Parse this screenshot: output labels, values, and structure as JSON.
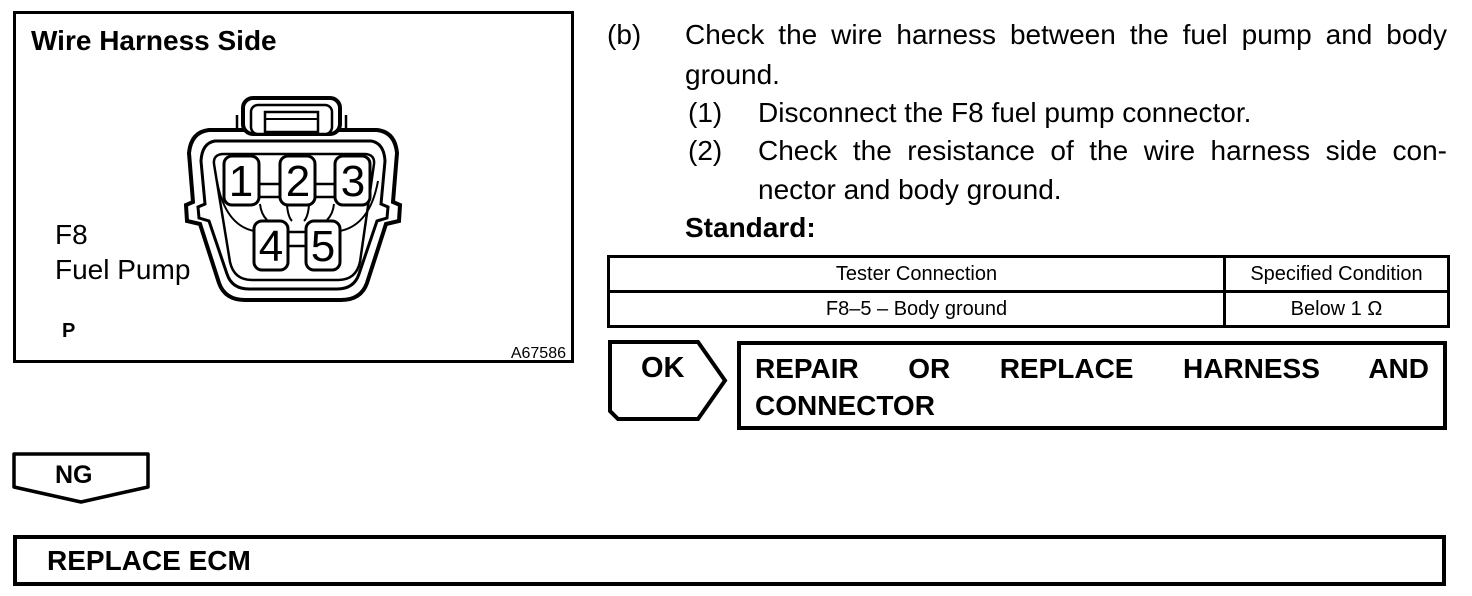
{
  "diagram": {
    "title": "Wire Harness Side",
    "connector_code": "F8",
    "connector_name": "Fuel Pump",
    "wire_color_code": "P",
    "figure_id": "A67586",
    "pins": [
      "1",
      "2",
      "3",
      "4",
      "5"
    ]
  },
  "instructions": {
    "step_marker": "(b)",
    "step_line1": "Check the wire harness between the fuel pump and body",
    "step_line2": "ground.",
    "sub1_marker": "(1)",
    "sub1_text": "Disconnect the F8 fuel pump connector.",
    "sub2_marker": "(2)",
    "sub2_line1": "Check the resistance of the wire harness side con-",
    "sub2_line2": "nector and body ground.",
    "standard_label": "Standard:"
  },
  "table": {
    "headers": [
      "Tester Connection",
      "Specified Condition"
    ],
    "rows": [
      [
        "F8–5 – Body ground",
        "Below 1 Ω"
      ]
    ]
  },
  "flow": {
    "ok_label": "OK",
    "ok_action_line1": "REPAIR OR REPLACE HARNESS AND",
    "ok_action_line2": "CONNECTOR",
    "ng_label": "NG",
    "ng_action": "REPLACE ECM"
  },
  "colors": {
    "ink": "#000000",
    "paper": "#ffffff"
  }
}
